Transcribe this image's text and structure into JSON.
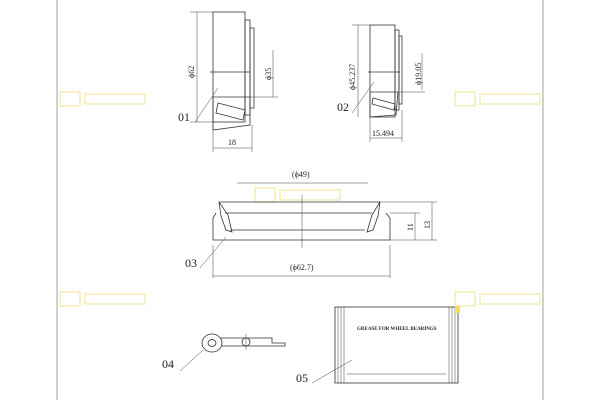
{
  "parts": {
    "bearing_01": {
      "label": "01",
      "outer_diameter": "ϕ62",
      "inner_diameter": "ϕ35",
      "width": "18"
    },
    "bearing_02": {
      "label": "02",
      "outer_diameter": "ϕ45.237",
      "inner_diameter": "ϕ19.05",
      "width": "15.494"
    },
    "seal_03": {
      "label": "03",
      "inner_diameter": "(ϕ49)",
      "outer_diameter": "(ϕ62.7)",
      "height_inner": "11",
      "height_outer": "13"
    },
    "cotter_pin_04": {
      "label": "04"
    },
    "grease_05": {
      "label": "05",
      "package_text": "GREASE FOR WHEEL BEARINGS"
    }
  },
  "colors": {
    "line": "#333333",
    "watermark": "#f3eeb0"
  }
}
